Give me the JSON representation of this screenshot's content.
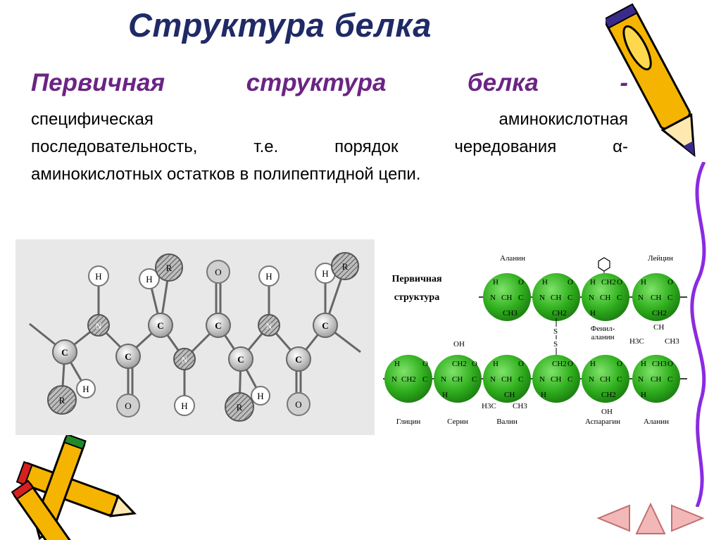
{
  "slide": {
    "title": "Структура белка",
    "heading_words": [
      "Первичная",
      "структура",
      "белка",
      "-"
    ],
    "body_lines": [
      [
        "специфическая",
        "аминокислотная"
      ],
      [
        "последовательность,",
        "т.е.",
        "порядок",
        "чередования",
        "α-"
      ],
      [
        "аминокислотных остатков в полипептидной цепи."
      ]
    ]
  },
  "left_diagram": {
    "atoms": {
      "N": "N",
      "C": "C",
      "H": "H",
      "O": "O",
      "R": "R"
    }
  },
  "right_diagram": {
    "label_line1": "Первичная",
    "label_line2": "структура",
    "top_names": [
      "Аланин",
      "Лейцин"
    ],
    "phe_name_line1": "Фенил-",
    "phe_name_line2": "аланин",
    "bottom_names": [
      "Глицин",
      "Серин",
      "Валин",
      "Аспарагин",
      "Аланин"
    ],
    "backbone": {
      "nh_h": "H",
      "nh_n": "N",
      "chain": "CH",
      "co_o": "O",
      "co_c": "C"
    },
    "side": {
      "ch3": "CH3",
      "ch2": "CH2",
      "ch": "CH",
      "oh": "OH",
      "h": "H",
      "h3c": "H3C",
      "s": "S"
    },
    "colors": {
      "ball": "#2fae1d",
      "ball_dark": "#1a7a10"
    }
  },
  "nav": {
    "prev": "previous-slide",
    "home": "home",
    "next": "next-slide"
  }
}
